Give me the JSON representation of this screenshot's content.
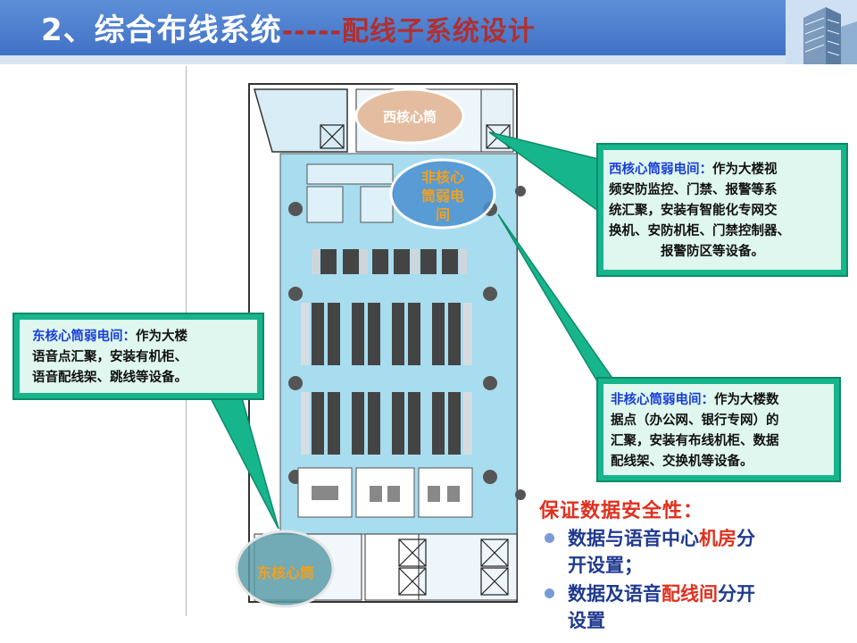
{
  "slide": {
    "title": "2、综合布线系统",
    "dashes": "-----",
    "subtitle": "配线子系统设计"
  },
  "plan": {
    "west_core_label": "西核心筒",
    "non_core_label_1": "非核心",
    "non_core_label_2": "筒弱电",
    "non_core_label_3": "间",
    "east_core_label": "东核心筒"
  },
  "callouts": {
    "west": {
      "heading": "西核心筒弱电间：",
      "line1": "作为大楼视",
      "line2": "频安防监控、门禁、报警等系",
      "line3": "统汇聚，安装有智能化专网交",
      "line4": "换机、安防机柜、门禁控制器、",
      "line5": "报警防区等设备。"
    },
    "east": {
      "heading": "东核心筒弱电间：",
      "line1": "作为大楼",
      "line2": "语音点汇聚，安装有机柜、",
      "line3": "语音配线架、跳线等设备。"
    },
    "noncore": {
      "heading": "非核心筒弱电间：",
      "line1": "作为大楼数",
      "line2": "据点（办公网、银行专网）的",
      "line3": "汇聚，安装有布线机柜、数据",
      "line4": "配线架、交换机等设备。"
    }
  },
  "bullets": {
    "title": "保证数据安全性：",
    "item1_a": "数据与语音中心",
    "item1_red": "机房",
    "item1_b": "分",
    "item1_c": "开设置；",
    "item2_a": "数据及语音",
    "item2_red": "配线间",
    "item2_b": "分开",
    "item2_c": "设置"
  },
  "colors": {
    "header": "#3f6fc4",
    "callout_border": "#17b58c",
    "callout_fill": "#dff7ef",
    "floor": "#a8dcef",
    "highlight_blue": "#1a3fd8",
    "red": "#e0301e"
  }
}
